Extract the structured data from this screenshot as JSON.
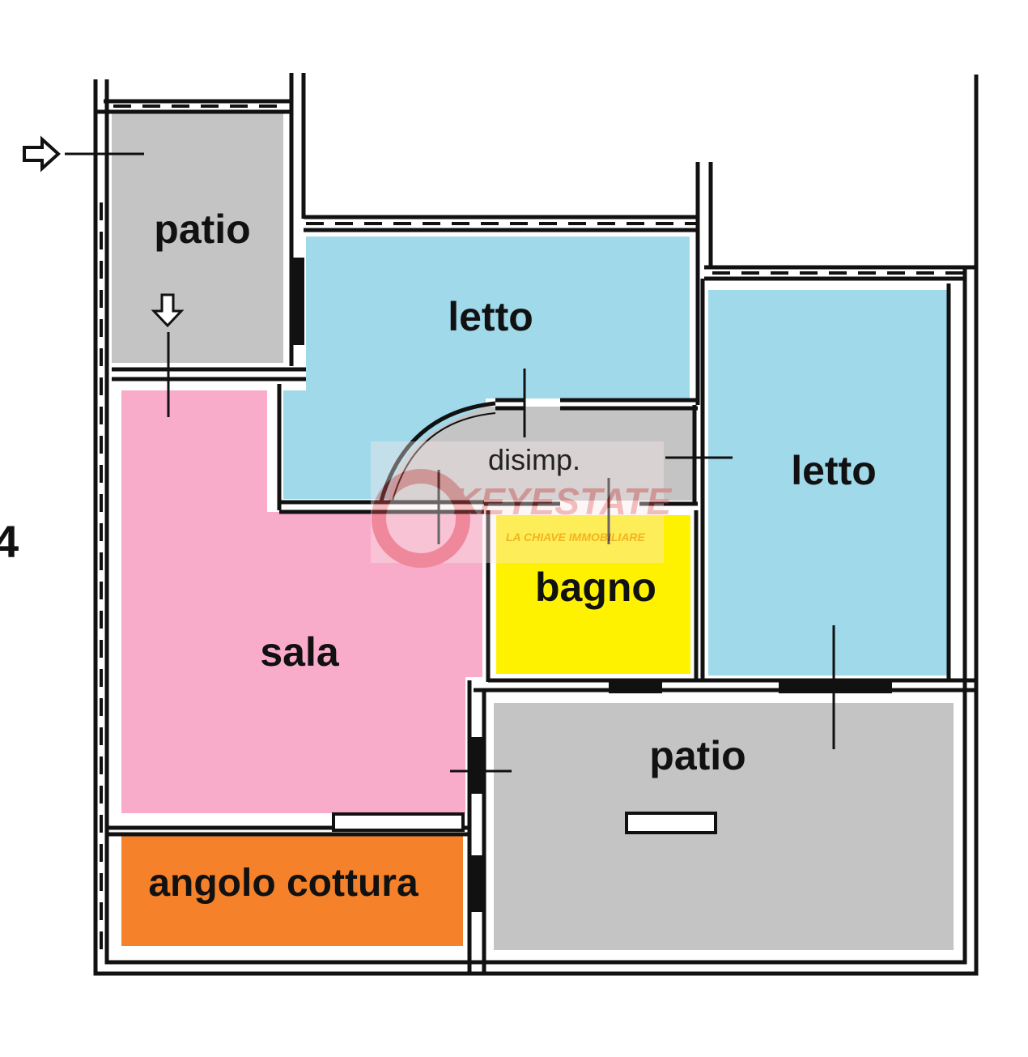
{
  "plan": {
    "rooms": {
      "patio_top": {
        "label": "patio",
        "color": "#c4c4c4"
      },
      "letto_left": {
        "label": "letto",
        "color": "#a0d9ea"
      },
      "letto_right": {
        "label": "letto",
        "color": "#a0d9ea"
      },
      "disimpegno": {
        "label": "disimp.",
        "color": "#c4c4c4"
      },
      "sala": {
        "label": "sala",
        "color": "#f9abca"
      },
      "bagno": {
        "label": "bagno",
        "color": "#fff200"
      },
      "patio_bottom": {
        "label": "patio",
        "color": "#c4c4c4"
      },
      "angolo_cottura": {
        "label": "angolo cottura",
        "color": "#f5812a"
      }
    },
    "margin_mark": "4",
    "watermark": {
      "text": "KEYESTATE",
      "tagline": "LA CHIAVE IMMOBILIARE",
      "color": "#e05050"
    },
    "wall_color": "#111111"
  }
}
